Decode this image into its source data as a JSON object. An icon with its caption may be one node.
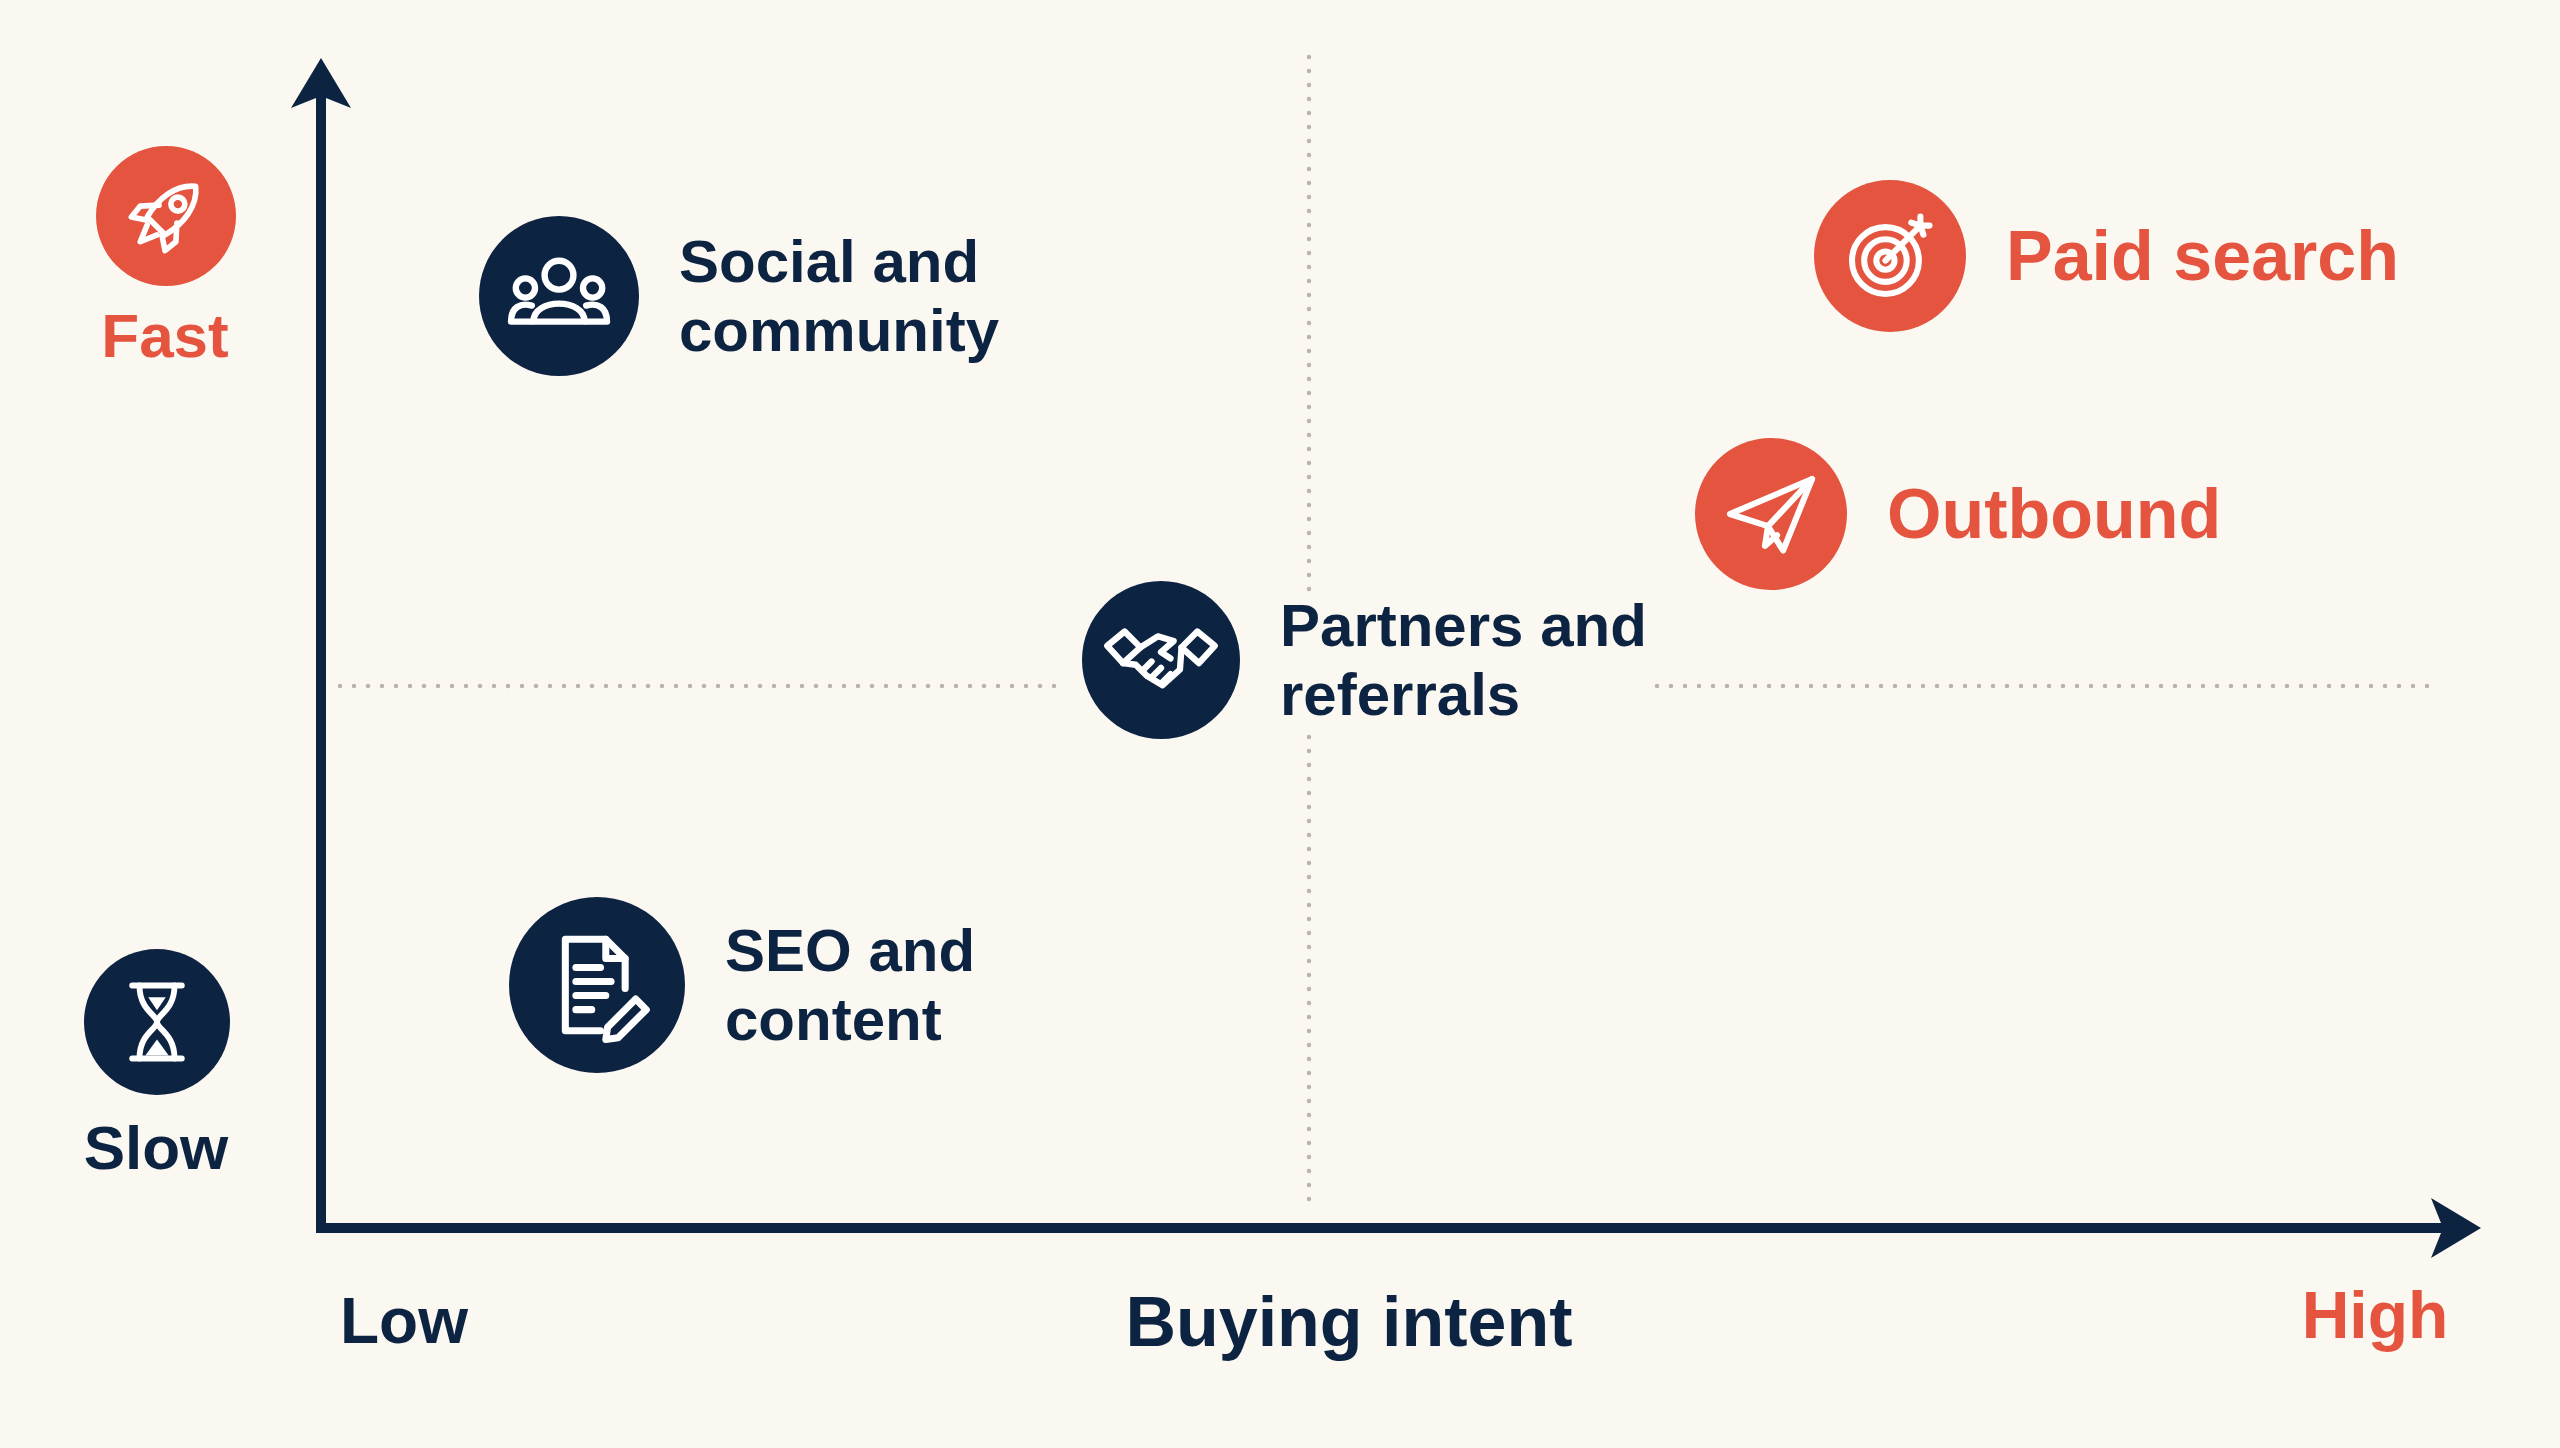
{
  "diagram": {
    "nodes": [
      {
        "text": [
          "Social and community"
        ]
      },
      {
        "text": [
          "Paid search"
        ]
      },
      {
        "text": [
          "Outbound"
        ]
      },
      {
        "text": [
          "Partners and referrals"
        ]
      },
      {
        "text": [
          "SEO and content"
        ]
      }
    ],
    "labels": [
      "Fast",
      "Slow",
      "Low",
      "Buying intent",
      "High"
    ]
  }
}
